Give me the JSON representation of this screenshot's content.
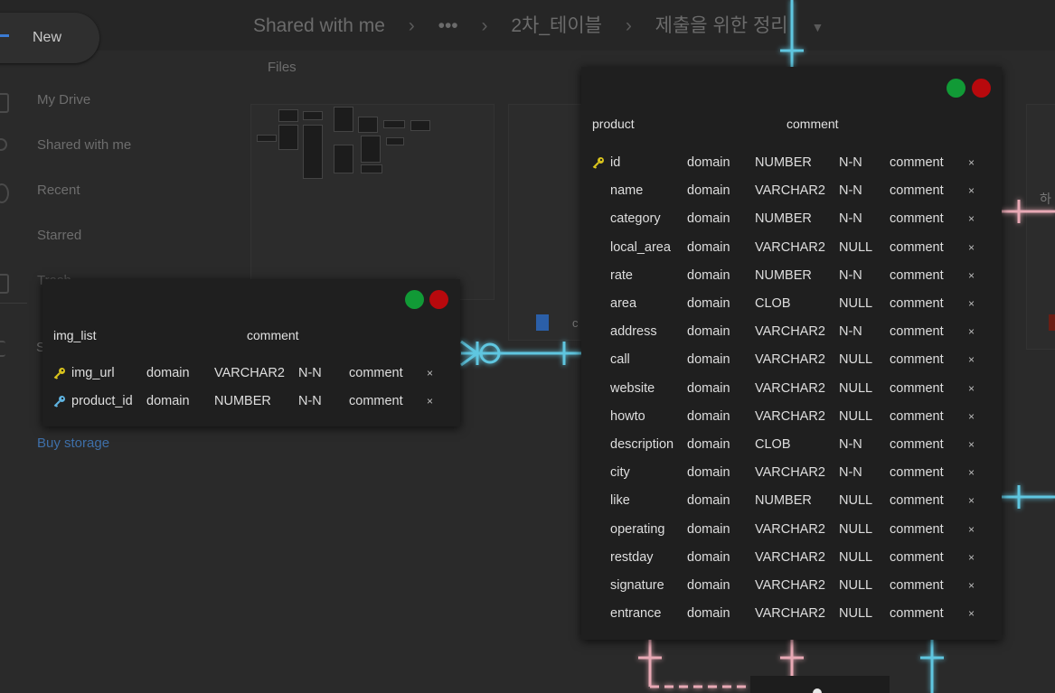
{
  "drive": {
    "new_label": "New",
    "sidebar": [
      "My Drive",
      "Shared with me",
      "Recent",
      "Starred",
      "Trash"
    ],
    "storage_initial": "S",
    "buy_storage": "Buy storage",
    "breadcrumbs": [
      "Shared with me",
      "•••",
      "2차_테이블",
      "제출을 위한 정리"
    ],
    "files_label": "Files",
    "file_caption_left": "c",
    "right_edge_text": "하"
  },
  "colors": {
    "accent": "#3b7bd4",
    "relation_line": "#5fc6e0",
    "relation_line_pink": "#e8a9b5",
    "panel_bg": "#1f1f1f",
    "btn_green": "#119a36",
    "btn_red": "#b8090d",
    "primary_key": "#d8c21c",
    "foreign_key": "#5fb3e0"
  },
  "tables": {
    "img_list": {
      "name": "img_list",
      "comment_header": "comment",
      "columns": [
        {
          "key": "primary-key-icon",
          "name": "img_url",
          "domain": "domain",
          "type": "VARCHAR2",
          "null": "N-N",
          "comment": "comment",
          "remove": "×"
        },
        {
          "key": "foreign-key-icon",
          "name": "product_id",
          "domain": "domain",
          "type": "NUMBER",
          "null": "N-N",
          "comment": "comment",
          "remove": "×"
        }
      ]
    },
    "product": {
      "name": "product",
      "comment_header": "comment",
      "columns": [
        {
          "key": "primary-key-icon",
          "name": "id",
          "domain": "domain",
          "type": "NUMBER",
          "null": "N-N",
          "comment": "comment",
          "remove": "×"
        },
        {
          "key": "",
          "name": "name",
          "domain": "domain",
          "type": "VARCHAR2",
          "null": "N-N",
          "comment": "comment",
          "remove": "×"
        },
        {
          "key": "",
          "name": "category",
          "domain": "domain",
          "type": "NUMBER",
          "null": "N-N",
          "comment": "comment",
          "remove": "×"
        },
        {
          "key": "",
          "name": "local_area",
          "domain": "domain",
          "type": "VARCHAR2",
          "null": "NULL",
          "comment": "comment",
          "remove": "×"
        },
        {
          "key": "",
          "name": "rate",
          "domain": "domain",
          "type": "NUMBER",
          "null": "N-N",
          "comment": "comment",
          "remove": "×"
        },
        {
          "key": "",
          "name": "area",
          "domain": "domain",
          "type": "CLOB",
          "null": "NULL",
          "comment": "comment",
          "remove": "×"
        },
        {
          "key": "",
          "name": "address",
          "domain": "domain",
          "type": "VARCHAR2",
          "null": "N-N",
          "comment": "comment",
          "remove": "×"
        },
        {
          "key": "",
          "name": "call",
          "domain": "domain",
          "type": "VARCHAR2",
          "null": "NULL",
          "comment": "comment",
          "remove": "×"
        },
        {
          "key": "",
          "name": "website",
          "domain": "domain",
          "type": "VARCHAR2",
          "null": "NULL",
          "comment": "comment",
          "remove": "×"
        },
        {
          "key": "",
          "name": "howto",
          "domain": "domain",
          "type": "VARCHAR2",
          "null": "NULL",
          "comment": "comment",
          "remove": "×"
        },
        {
          "key": "",
          "name": "description",
          "domain": "domain",
          "type": "CLOB",
          "null": "N-N",
          "comment": "comment",
          "remove": "×"
        },
        {
          "key": "",
          "name": "city",
          "domain": "domain",
          "type": "VARCHAR2",
          "null": "N-N",
          "comment": "comment",
          "remove": "×"
        },
        {
          "key": "",
          "name": "like",
          "domain": "domain",
          "type": "NUMBER",
          "null": "NULL",
          "comment": "comment",
          "remove": "×"
        },
        {
          "key": "",
          "name": "operating",
          "domain": "domain",
          "type": "VARCHAR2",
          "null": "NULL",
          "comment": "comment",
          "remove": "×"
        },
        {
          "key": "",
          "name": "restday",
          "domain": "domain",
          "type": "VARCHAR2",
          "null": "NULL",
          "comment": "comment",
          "remove": "×"
        },
        {
          "key": "",
          "name": "signature",
          "domain": "domain",
          "type": "VARCHAR2",
          "null": "NULL",
          "comment": "comment",
          "remove": "×"
        },
        {
          "key": "",
          "name": "entrance",
          "domain": "domain",
          "type": "VARCHAR2",
          "null": "NULL",
          "comment": "comment",
          "remove": "×"
        }
      ]
    }
  }
}
